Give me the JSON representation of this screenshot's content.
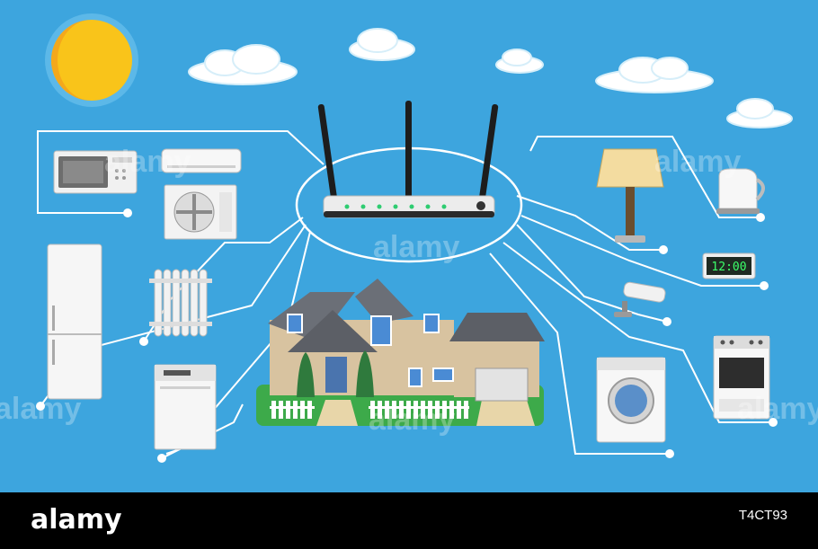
{
  "colors": {
    "sky": "#3da5de",
    "wire": "#ffffff",
    "sun": "#f9c41a",
    "footer": "#000000"
  },
  "hub": {
    "icon": "wifi-router-icon"
  },
  "devices_left": [
    "microwave-icon",
    "air-conditioner-icon",
    "outdoor-ac-unit-icon",
    "refrigerator-icon",
    "radiator-icon",
    "dishwasher-icon"
  ],
  "devices_right": [
    "floor-lamp-icon",
    "electric-kettle-icon",
    "digital-clock-icon",
    "security-camera-icon",
    "washing-machine-icon",
    "kitchen-stove-icon"
  ],
  "center": {
    "icon": "smart-house-icon"
  },
  "clock": {
    "time": "12:00"
  },
  "watermark": {
    "text": "alamy"
  },
  "footer": {
    "logo": "alamy",
    "image_id": "T4CT93"
  }
}
